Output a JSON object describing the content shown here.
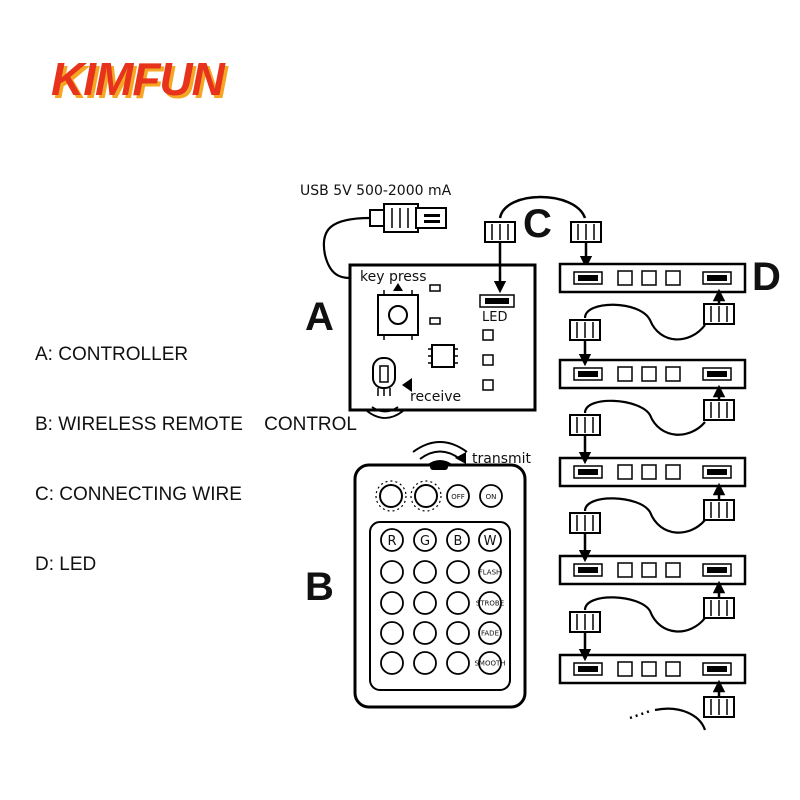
{
  "brand": {
    "logo_text": "KIMFUN",
    "logo_color": "#e8331c",
    "logo_shadow": "#f5a623"
  },
  "power": {
    "label": "USB 5V 500-2000 mA"
  },
  "controller": {
    "letter": "A",
    "key_label": "key press",
    "led_label": "LED",
    "receive_label": "receive"
  },
  "remote": {
    "letter": "B",
    "transmit_label": "transmit",
    "top_buttons": [
      "OFF",
      "ON"
    ],
    "color_buttons": [
      "R",
      "G",
      "B",
      "W"
    ],
    "mode_buttons": [
      "FLASH",
      "STROBE",
      "FADE",
      "SMOOTH"
    ]
  },
  "wire": {
    "letter": "C"
  },
  "strip": {
    "letter": "D"
  },
  "legend": [
    "A: CONTROLLER",
    "B: WIRELESS REMOTE    CONTROL",
    "C: CONNECTING WIRE",
    "D: LED"
  ]
}
